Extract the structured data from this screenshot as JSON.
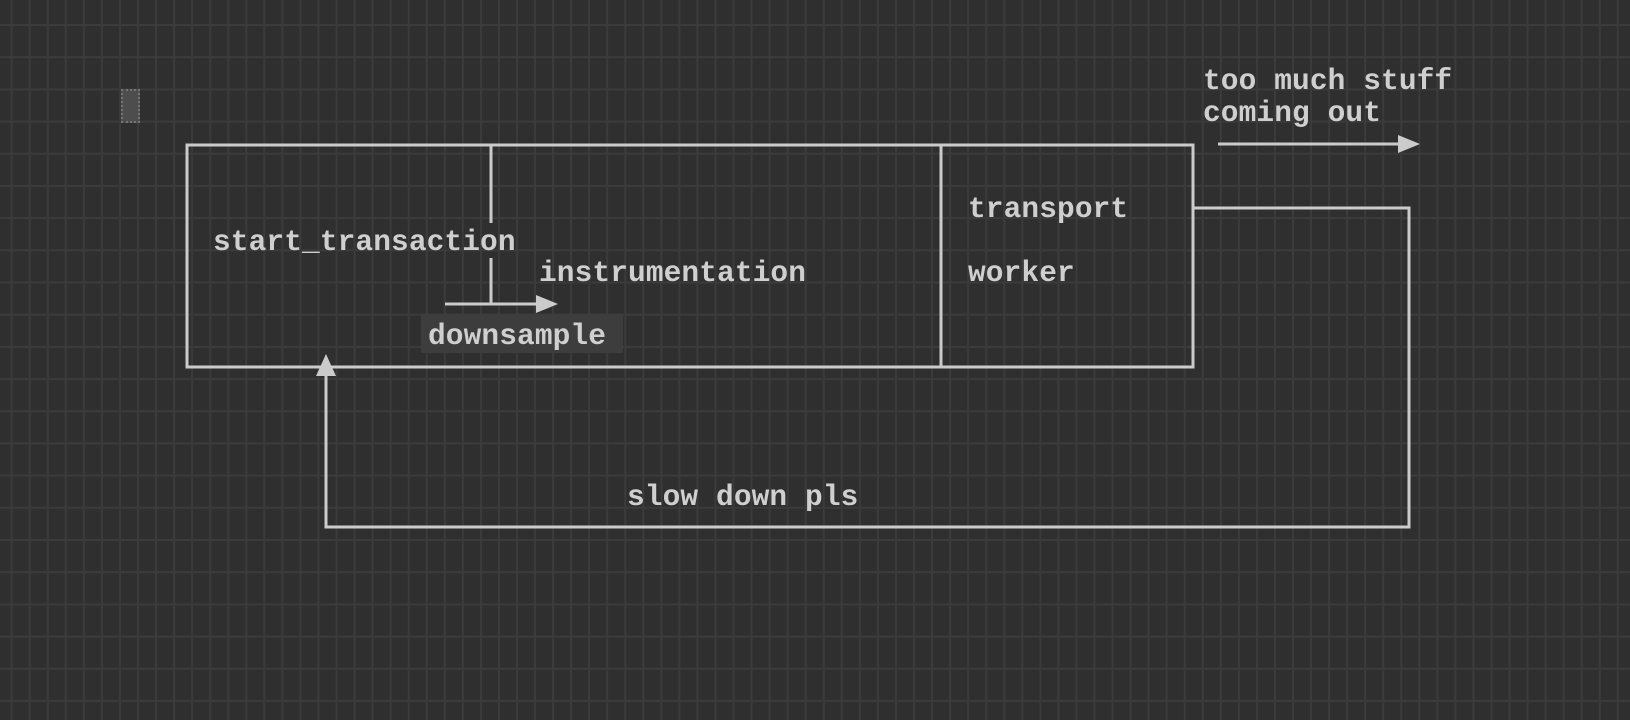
{
  "canvas": {
    "background_color": "#2f2f2f",
    "grid_line_color": "#3b3b3b",
    "stroke_color": "#cbcbcb",
    "text_color": "#cfcfcf",
    "selection_highlight_color": "#3d3d3d",
    "cursor_fill_color": "#4d4d4d"
  },
  "diagram": {
    "pipeline_box": {
      "start_transaction_label": "start_transaction",
      "instrumentation_label": "instrumentation",
      "downsample_label": "downsample"
    },
    "transport_box": {
      "transport_label": "transport",
      "worker_label": "worker"
    },
    "output_annotation": {
      "line1": "too much stuff",
      "line2": "coming out"
    },
    "backpressure_annotation": {
      "label": "slow down pls"
    }
  }
}
